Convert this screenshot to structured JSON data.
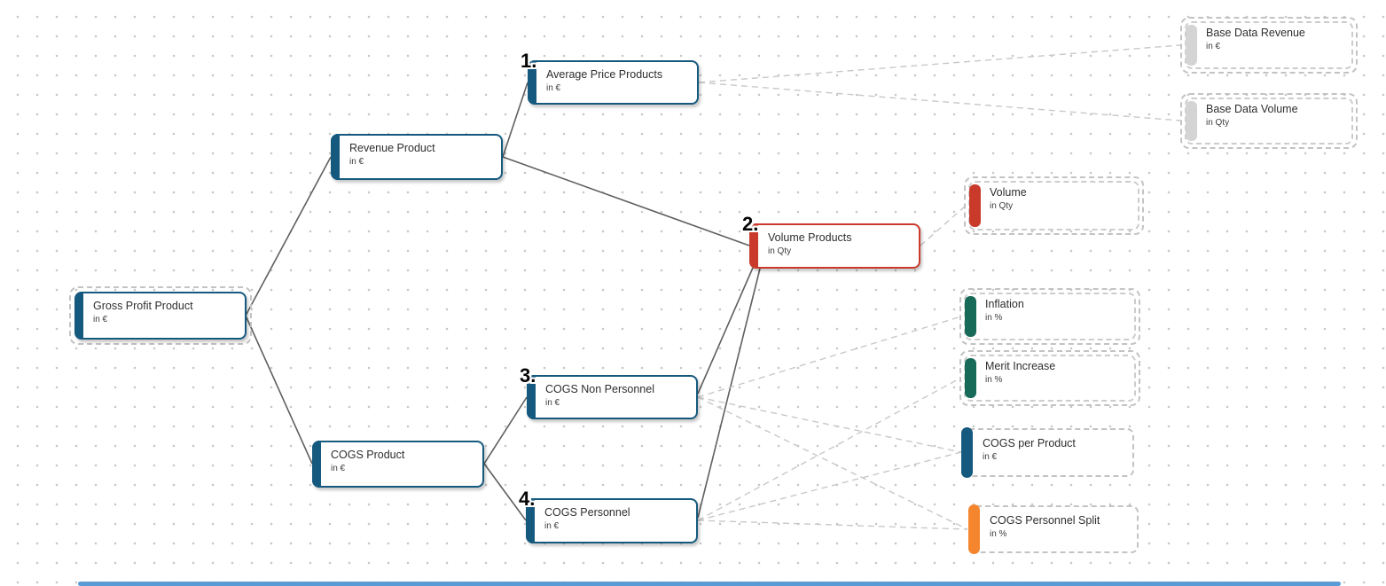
{
  "colors": {
    "blue": "#155a7e",
    "red": "#c93a2b",
    "teal": "#176a58",
    "orange": "#f6862d",
    "gray_accent": "#d4d4d4",
    "edge_solid": "#5f5f5f",
    "edge_dashed": "#c8c8c8",
    "scrollbar": "#5b9bd5"
  },
  "nodes": {
    "gross_profit": {
      "title": "Gross Profit Product",
      "unit": "in €",
      "accent": "#155a7e"
    },
    "revenue": {
      "title": "Revenue Product",
      "unit": "in €",
      "accent": "#155a7e"
    },
    "avg_price": {
      "title": "Average Price Products",
      "unit": "in €",
      "accent": "#155a7e",
      "badge": "1."
    },
    "volume_products": {
      "title": "Volume Products",
      "unit": "in Qty",
      "accent": "#c93a2b",
      "badge": "2."
    },
    "cogs_product": {
      "title": "COGS Product",
      "unit": "in €",
      "accent": "#155a7e"
    },
    "cogs_non_personnel": {
      "title": "COGS Non Personnel",
      "unit": "in €",
      "accent": "#155a7e",
      "badge": "3."
    },
    "cogs_personnel": {
      "title": "COGS Personnel",
      "unit": "in €",
      "accent": "#155a7e",
      "badge": "4."
    },
    "base_data_revenue": {
      "title": "Base Data Revenue",
      "unit": "in €",
      "accent": "#d4d4d4"
    },
    "base_data_volume": {
      "title": "Base Data Volume",
      "unit": "in Qty",
      "accent": "#d4d4d4"
    },
    "volume": {
      "title": "Volume",
      "unit": "in Qty",
      "accent": "#c93a2b"
    },
    "inflation": {
      "title": "Inflation",
      "unit": "in %",
      "accent": "#176a58"
    },
    "merit_increase": {
      "title": "Merit Increase",
      "unit": "in %",
      "accent": "#176a58"
    },
    "cogs_per_product": {
      "title": "COGS per Product",
      "unit": "in €",
      "accent": "#155a7e"
    },
    "cogs_personnel_split": {
      "title": "COGS Personnel Split",
      "unit": "in %",
      "accent": "#f6862d"
    }
  },
  "edges": [
    {
      "from": "gross_profit",
      "to": "revenue",
      "style": "solid"
    },
    {
      "from": "gross_profit",
      "to": "cogs_product",
      "style": "solid"
    },
    {
      "from": "revenue",
      "to": "avg_price",
      "style": "solid"
    },
    {
      "from": "revenue",
      "to": "volume_products",
      "style": "solid"
    },
    {
      "from": "cogs_product",
      "to": "cogs_non_personnel",
      "style": "solid"
    },
    {
      "from": "cogs_product",
      "to": "cogs_personnel",
      "style": "solid"
    },
    {
      "from": "cogs_non_personnel",
      "to": "volume_products",
      "style": "solid"
    },
    {
      "from": "cogs_personnel",
      "to": "volume_products",
      "style": "solid"
    },
    {
      "from": "avg_price",
      "to": "base_data_revenue",
      "style": "dashed"
    },
    {
      "from": "avg_price",
      "to": "base_data_volume",
      "style": "dashed"
    },
    {
      "from": "volume_products",
      "to": "volume",
      "style": "dashed"
    },
    {
      "from": "cogs_non_personnel",
      "to": "inflation",
      "style": "dashed"
    },
    {
      "from": "cogs_non_personnel",
      "to": "cogs_per_product",
      "style": "dashed"
    },
    {
      "from": "cogs_non_personnel",
      "to": "cogs_personnel_split",
      "style": "dashed"
    },
    {
      "from": "cogs_personnel",
      "to": "merit_increase",
      "style": "dashed"
    },
    {
      "from": "cogs_personnel",
      "to": "cogs_per_product",
      "style": "dashed"
    },
    {
      "from": "cogs_personnel",
      "to": "cogs_personnel_split",
      "style": "dashed"
    }
  ]
}
